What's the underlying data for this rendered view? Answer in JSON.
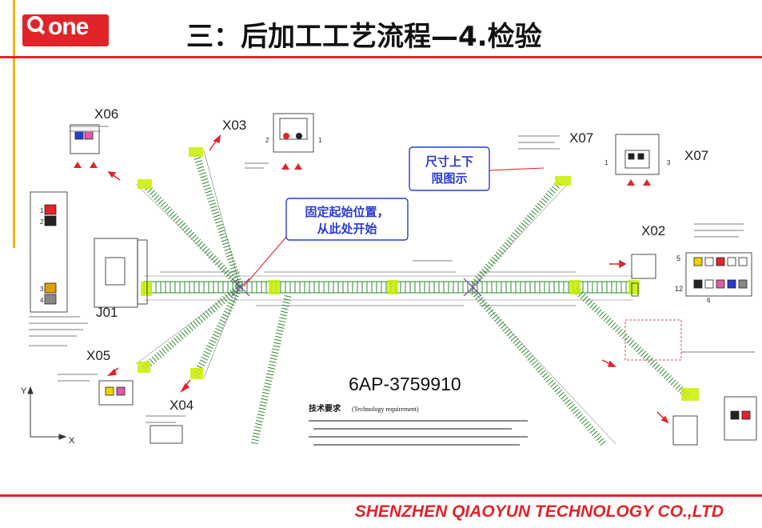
{
  "header": {
    "logo_text": "one",
    "title": "三：后加工工艺流程—4.检验"
  },
  "diagram": {
    "connectors": {
      "x06": "X06",
      "x03": "X03",
      "x07_top": "X07",
      "x07_right": "X07",
      "x02": "X02",
      "j01": "J01",
      "x05": "X05",
      "x04": "X04"
    },
    "callout_dimension": {
      "line1": "尺寸上下",
      "line2": "限图示"
    },
    "callout_start": {
      "line1": "固定起始位置，",
      "line2": "从此处开始"
    },
    "part_number": "6AP-3759910",
    "tech_req_title": "技术要求",
    "tech_req_subtitle": "(Technology requirement)",
    "axis_y": "Y",
    "axis_x": "X",
    "pin_labels": {
      "p1": "1",
      "p2": "2",
      "p3": "3",
      "p4": "4",
      "p5": "5",
      "p6": "6",
      "p12": "12"
    },
    "colors": {
      "wire_green": "#2e8b2e",
      "highlight": "#c8f000",
      "red": "#e0242a",
      "callout_border": "#2b3bd1"
    }
  },
  "footer": {
    "company": "SHENZHEN QIAOYUN TECHNOLOGY CO.,LTD"
  }
}
